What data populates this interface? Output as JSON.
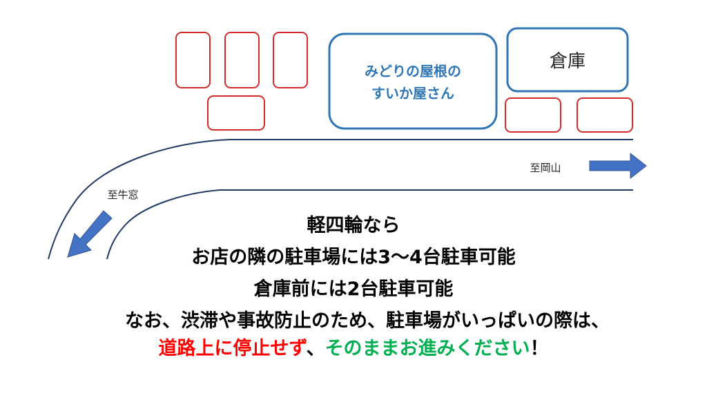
{
  "colors": {
    "parking_outline": "#d42a2a",
    "building_outline": "#2e75b6",
    "road_line": "#1f3864",
    "arrow_fill": "#4472c4",
    "notice_text": "#000000",
    "warning_red": "#ff0000",
    "proceed_green": "#00b050"
  },
  "map": {
    "shop_name_line1": "みどりの屋根の",
    "shop_name_line2": "すいか屋さん",
    "warehouse_label": "倉庫",
    "direction_okayama": "至岡山",
    "direction_ushimado": "至牛窓"
  },
  "notice": {
    "line1": "軽四輪なら",
    "line2": "お店の隣の駐車場には3～4台駐車可能",
    "line3": "倉庫前には2台駐車可能",
    "line4": "なお、渋滞や事故防止のため、駐車場がいっぱいの際は、",
    "line5_red": "道路上に停止せず",
    "line5_sep": "、",
    "line5_green": "そのままお進みください",
    "line5_end": "！"
  }
}
